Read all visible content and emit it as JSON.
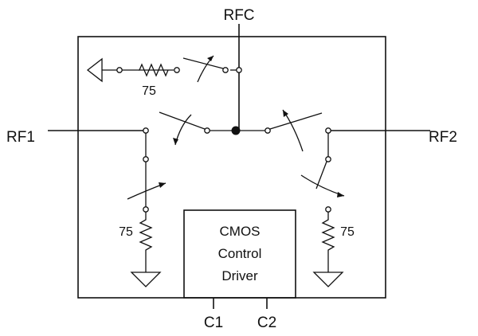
{
  "diagram": {
    "ports": {
      "rfc": "RFC",
      "rf1": "RF1",
      "rf2": "RF2",
      "c1": "C1",
      "c2": "C2"
    },
    "driver_block": {
      "line1": "CMOS",
      "line2": "Control",
      "line3": "Driver"
    },
    "termination_resistors": {
      "rfc_branch": "75",
      "rf1_shunt": "75",
      "rf2_shunt": "75"
    },
    "colors": {
      "line": "#111111",
      "background": "#ffffff"
    }
  }
}
